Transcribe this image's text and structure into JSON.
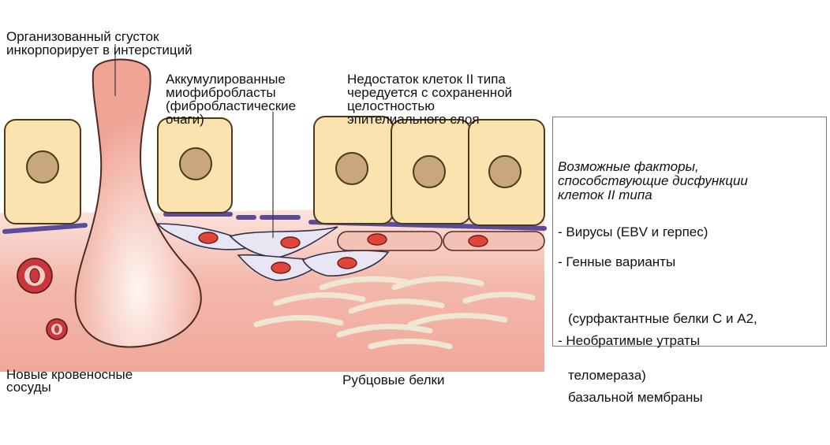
{
  "labels": {
    "clot": [
      "Организованный сгусток",
      "инкорпорирует в интерстиций"
    ],
    "myofibroblasts": [
      "Аккумулированные",
      "миофибробласты",
      "(фибробластические",
      "очаги)"
    ],
    "type2_deficit": [
      "Недостаток клеток II типа",
      "чередуется с сохраненной",
      "целостностью",
      "эпителиального слоя"
    ],
    "vessels": [
      "Новые кровеносные",
      "сосуды"
    ],
    "scar": "Рубцовые белки"
  },
  "factors_box": {
    "heading": [
      "Возможные факторы,",
      "способствующие дисфункции",
      "клеток II типа"
    ],
    "items": [
      {
        "lines": [
          "- Вирусы (EBV и герпес)"
        ]
      },
      {
        "lines": [
          "- Генные варианты",
          "(сурфактантные белки С и А2,",
          "теломераза)"
        ]
      },
      {
        "lines": [
          "- Необратимые утраты",
          "базальной мембраны"
        ]
      }
    ]
  },
  "colors": {
    "tissue": "#f2b3a8",
    "tissue_light": "#fbe1da",
    "cell_fill": "#fbe3b0",
    "cell_border": "#4a3a1a",
    "nucleus": "#c4a47c",
    "basement_membrane": "#5d4e9e",
    "fibroblast": "#e8e6f2",
    "fibroblast_nucleus": "#e0453c",
    "scar_protein": "#eee6d3",
    "vessel": "#b8272c"
  }
}
